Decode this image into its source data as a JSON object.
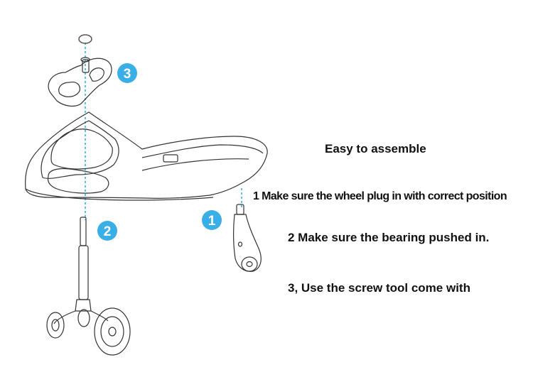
{
  "headline": "Easy to assemble",
  "steps": [
    {
      "text": "1 Make sure the wheel plug in with correct position"
    },
    {
      "text": "2 Make sure the bearing pushed in."
    },
    {
      "text": "3, Use the screw tool come with"
    }
  ],
  "badges": [
    "1",
    "2",
    "3"
  ],
  "colors": {
    "badge": "#3aaee6",
    "guide_line": "#35b0e8",
    "outline": "#333333"
  }
}
